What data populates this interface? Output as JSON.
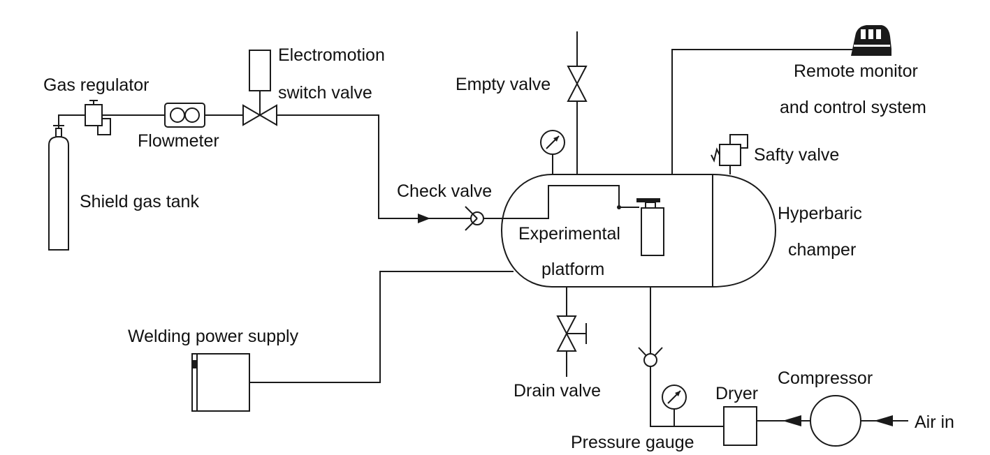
{
  "labels": {
    "gas_regulator": "Gas regulator",
    "electromotion_line1": "Electromotion",
    "electromotion_line2": "switch valve",
    "flowmeter": "Flowmeter",
    "shield_gas_tank": "Shield gas tank",
    "empty_valve": "Empty valve",
    "remote_line1": "Remote monitor",
    "remote_line2": "and control system",
    "safety_valve": "Safty valve",
    "check_valve": "Check valve",
    "experimental_line1": "Experimental",
    "experimental_line2": "platform",
    "hyperbaric_line1": "Hyperbaric",
    "hyperbaric_line2": "champer",
    "welding_power_supply": "Welding power supply",
    "drain_valve": "Drain valve",
    "compressor": "Compressor",
    "dryer": "Dryer",
    "air_in": "Air in",
    "pressure_gauge": "Pressure gauge"
  },
  "colors": {
    "line": "#1a1a1a",
    "background": "#ffffff"
  }
}
